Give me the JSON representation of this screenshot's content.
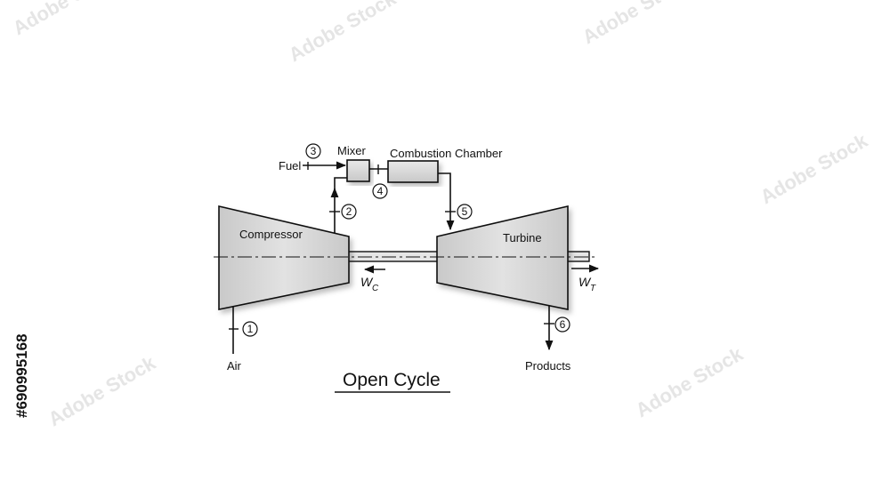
{
  "labels": {
    "compressor": "Compressor",
    "turbine": "Turbine",
    "mixer": "Mixer",
    "combustion_chamber": "Combustion Chamber",
    "fuel": "Fuel",
    "air": "Air",
    "products": "Products",
    "work_compressor": "W",
    "work_compressor_sub": "C",
    "work_turbine": "W",
    "work_turbine_sub": "T",
    "title": "Open Cycle"
  },
  "state_points": [
    "1",
    "2",
    "3",
    "4",
    "5",
    "6"
  ],
  "watermark": {
    "id": "#690995168",
    "brand": "Adobe Stock"
  },
  "colors": {
    "component_fill": "#d4d4d4",
    "stroke": "#111111",
    "background": "#ffffff"
  }
}
